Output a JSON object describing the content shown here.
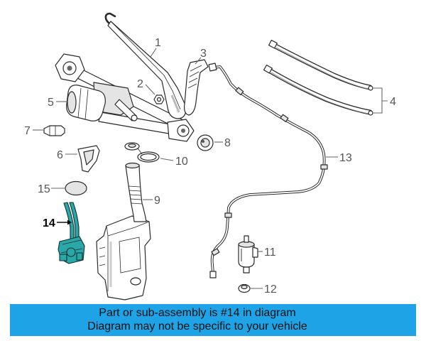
{
  "diagram": {
    "callouts": [
      {
        "label": "1"
      },
      {
        "label": "2"
      },
      {
        "label": "3"
      },
      {
        "label": "4"
      },
      {
        "label": "5"
      },
      {
        "label": "6"
      },
      {
        "label": "7"
      },
      {
        "label": "8"
      },
      {
        "label": "9"
      },
      {
        "label": "10"
      },
      {
        "label": "11"
      },
      {
        "label": "12"
      },
      {
        "label": "13"
      },
      {
        "label": "14",
        "highlighted": true
      },
      {
        "label": "15"
      }
    ]
  },
  "banner": {
    "line1": "Part or sub-assembly is #14 in diagram",
    "line2": "Diagram may not be specific to your vehicle"
  },
  "colors": {
    "banner": "#1ea3e6",
    "highlight_part": "#2aa8a8",
    "callout_text": "#555555"
  }
}
